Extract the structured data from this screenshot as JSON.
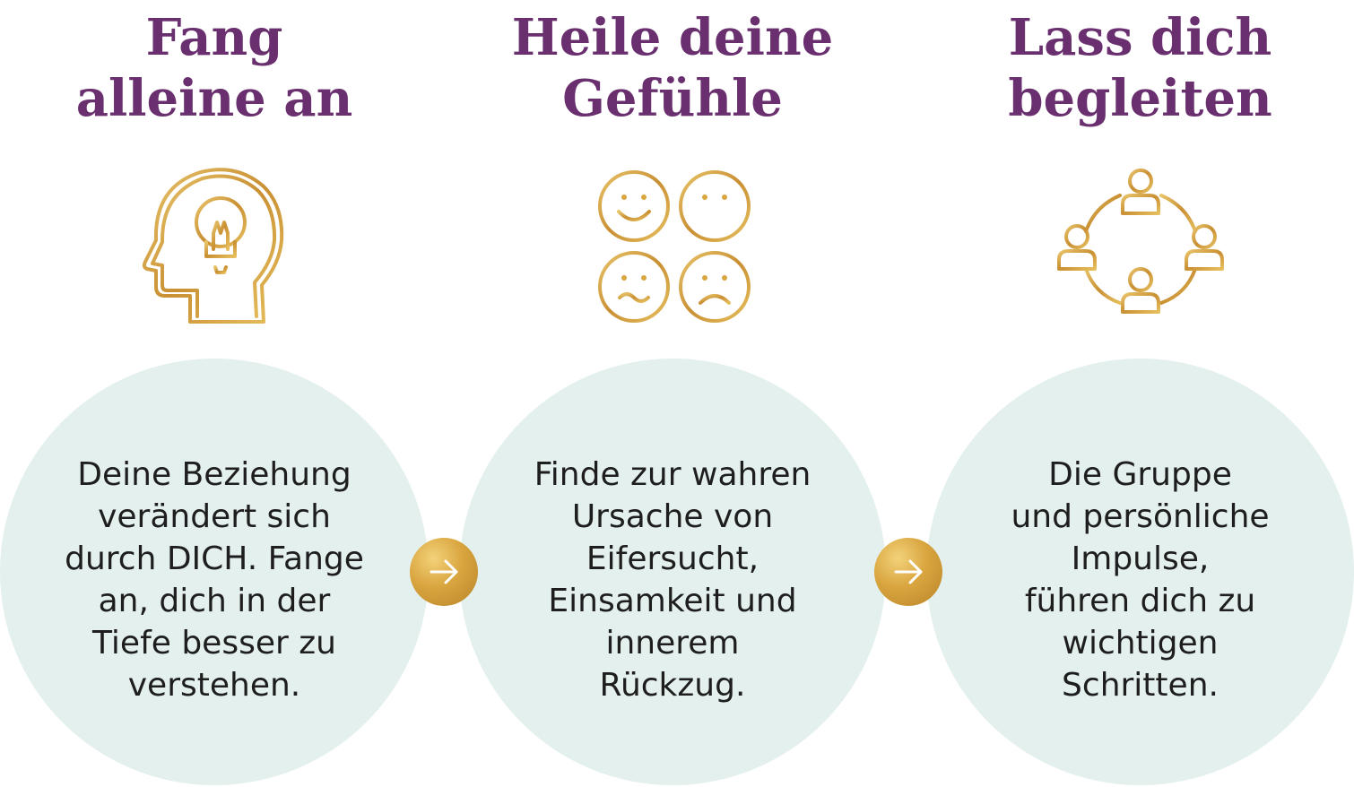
{
  "steps": [
    {
      "title_lines": [
        "Fang",
        "alleine an"
      ],
      "icon": "head-lightbulb-icon",
      "text_lines": [
        "Deine Beziehung",
        "verändert sich",
        "durch DICH. Fange",
        "an, dich in der",
        "Tiefe besser zu",
        "verstehen."
      ]
    },
    {
      "title_lines": [
        "Heile deine",
        "Gefühle"
      ],
      "icon": "emotions-faces-icon",
      "text_lines": [
        "Finde zur wahren",
        "Ursache von",
        "Eifersucht,",
        "Einsamkeit und",
        "innerem",
        "Rückzug."
      ]
    },
    {
      "title_lines": [
        "Lass dich",
        "begleiten"
      ],
      "icon": "group-network-icon",
      "text_lines": [
        "Die Gruppe",
        "und persönliche",
        "Impulse,",
        "führen dich zu",
        "wichtigen",
        "Schritten."
      ]
    }
  ],
  "connectors": [
    {
      "icon": "arrow-right-icon"
    },
    {
      "icon": "arrow-right-icon"
    }
  ],
  "colors": {
    "title": "#6a2f6f",
    "circle": "#e3f0ed",
    "gold": "#d9a53f",
    "text": "#1e1e1e"
  }
}
